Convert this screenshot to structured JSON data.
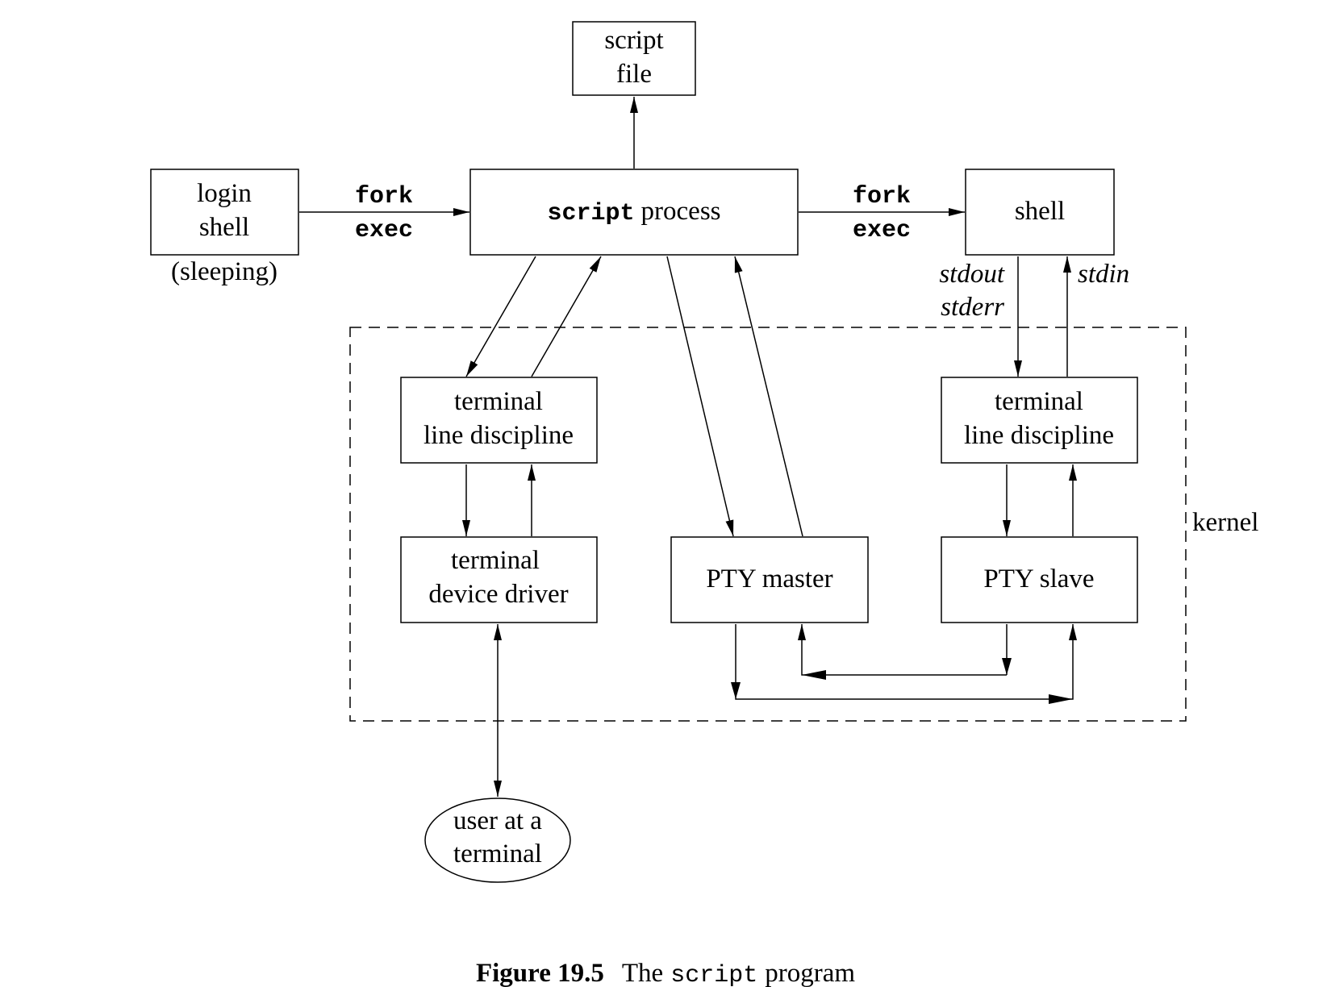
{
  "nodes": {
    "script_file": [
      "script",
      "file"
    ],
    "login_shell": [
      "login",
      "shell"
    ],
    "login_shell_note": "(sleeping)",
    "script_process_code": "script",
    "script_process_word": "process",
    "shell": "shell",
    "tld_left": [
      "terminal",
      "line discipline"
    ],
    "tdd": [
      "terminal",
      "device driver"
    ],
    "pty_master": "PTY master",
    "tld_right": [
      "terminal",
      "line discipline"
    ],
    "pty_slave": "PTY slave",
    "user": [
      "user at a",
      "terminal"
    ]
  },
  "edges": {
    "left_fork": "fork",
    "left_exec": "exec",
    "right_fork": "fork",
    "right_exec": "exec",
    "stdout": "stdout",
    "stderr": "stderr",
    "stdin": "stdin"
  },
  "regions": {
    "kernel": "kernel"
  },
  "caption": {
    "label": "Figure 19.5",
    "text_before": "The",
    "code": "script",
    "text_after": "program"
  }
}
